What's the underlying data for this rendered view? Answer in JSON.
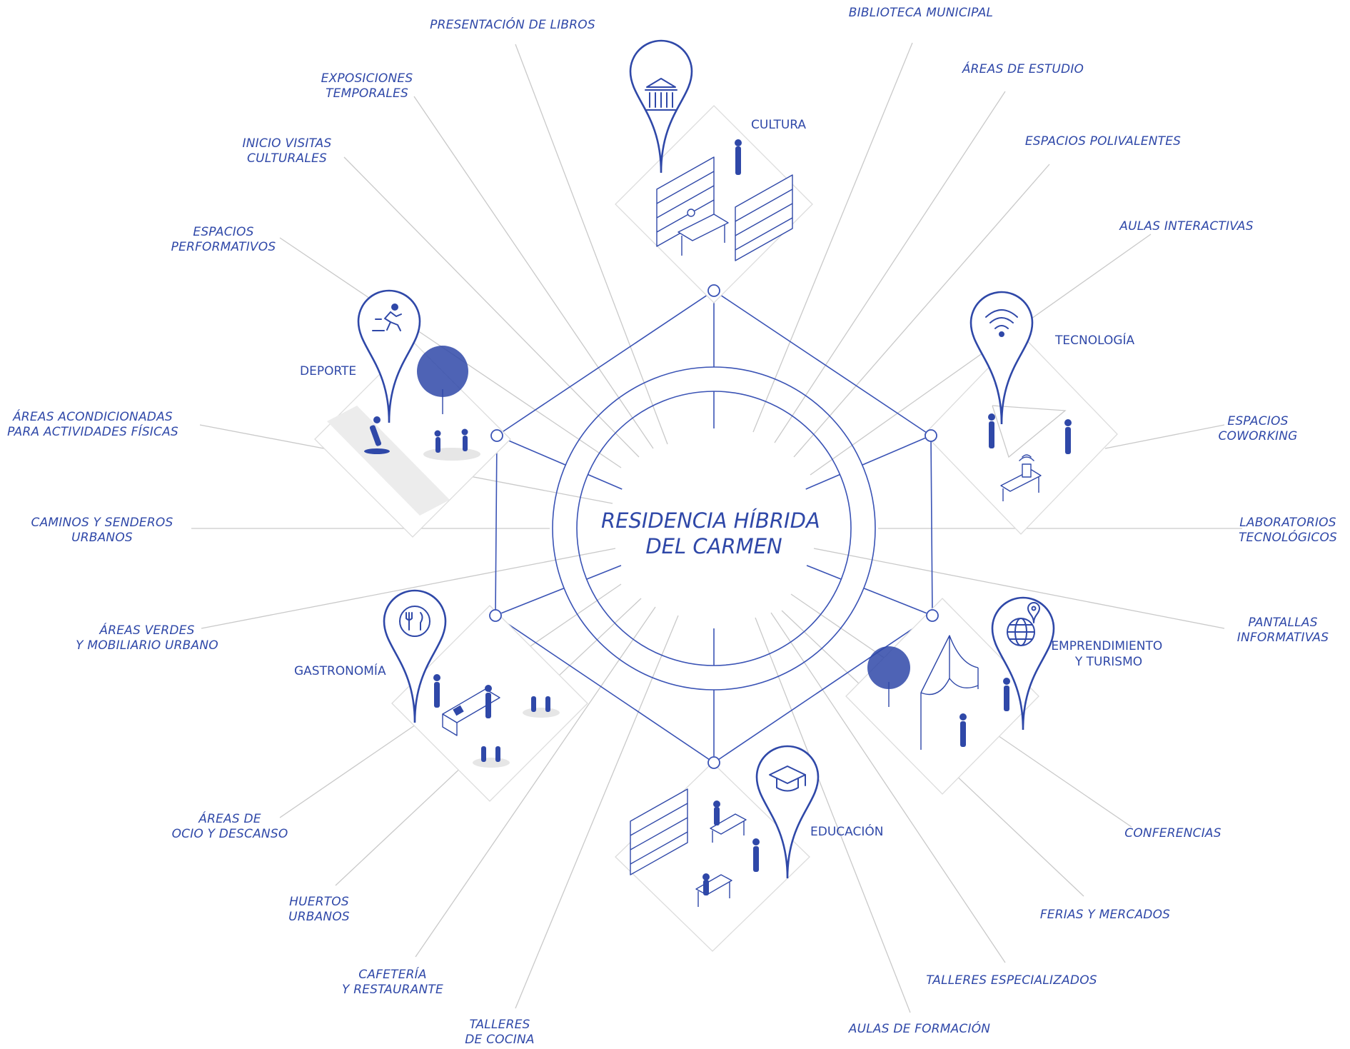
{
  "title": {
    "line1": "RESIDENCIA HÍBRIDA",
    "line2": "DEL CARMEN"
  },
  "colors": {
    "accent": "#2f48a8",
    "line_grey": "#c9c9c9",
    "diamond_grey": "#dcdcdc"
  },
  "categories": [
    {
      "id": "cultura",
      "lines": [
        "CULTURA"
      ],
      "icon": "museum-icon"
    },
    {
      "id": "tecnologia",
      "lines": [
        "TECNOLOGÍA"
      ],
      "icon": "wifi-icon"
    },
    {
      "id": "emprendimiento",
      "lines": [
        "EMPRENDIMIENTO",
        "Y TURISMO"
      ],
      "icon": "globe-location-icon"
    },
    {
      "id": "educacion",
      "lines": [
        "EDUCACIÓN"
      ],
      "icon": "graduation-cap-icon"
    },
    {
      "id": "gastronomia",
      "lines": [
        "GASTRONOMÍA"
      ],
      "icon": "plate-cutlery-icon"
    },
    {
      "id": "deporte",
      "lines": [
        "DEPORTE"
      ],
      "icon": "runner-icon"
    }
  ],
  "activities": [
    {
      "id": "presentacion-de-libros",
      "lines": [
        "PRESENTACIÓN DE LIBROS"
      ]
    },
    {
      "id": "biblioteca-municipal",
      "lines": [
        "BIBLIOTECA MUNICIPAL"
      ]
    },
    {
      "id": "areas-de-estudio",
      "lines": [
        "ÁREAS DE ESTUDIO"
      ]
    },
    {
      "id": "espacios-polivalentes",
      "lines": [
        "ESPACIOS POLIVALENTES"
      ]
    },
    {
      "id": "aulas-interactivas",
      "lines": [
        "AULAS INTERACTIVAS"
      ]
    },
    {
      "id": "espacios-coworking",
      "lines": [
        "ESPACIOS",
        "COWORKING"
      ]
    },
    {
      "id": "laboratorios-tecnologicos",
      "lines": [
        "LABORATORIOS",
        "TECNOLÓGICOS"
      ]
    },
    {
      "id": "pantallas-informativas",
      "lines": [
        "PANTALLAS",
        "INFORMATIVAS"
      ]
    },
    {
      "id": "conferencias",
      "lines": [
        "CONFERENCIAS"
      ]
    },
    {
      "id": "ferias-y-mercados",
      "lines": [
        "FERIAS Y MERCADOS"
      ]
    },
    {
      "id": "talleres-especializados",
      "lines": [
        "TALLERES ESPECIALIZADOS"
      ]
    },
    {
      "id": "aulas-de-formacion",
      "lines": [
        "AULAS DE FORMACIÓN"
      ]
    },
    {
      "id": "talleres-de-cocina",
      "lines": [
        "TALLERES",
        "DE COCINA"
      ]
    },
    {
      "id": "cafeteria-y-restaurante",
      "lines": [
        "CAFETERÍA",
        "Y RESTAURANTE"
      ]
    },
    {
      "id": "huertos-urbanos",
      "lines": [
        "HUERTOS",
        "URBANOS"
      ]
    },
    {
      "id": "areas-de-ocio",
      "lines": [
        "ÁREAS DE",
        "OCIO Y DESCANSO"
      ]
    },
    {
      "id": "areas-verdes",
      "lines": [
        "ÁREAS VERDES",
        "Y MOBILIARIO URBANO"
      ]
    },
    {
      "id": "caminos-y-senderos",
      "lines": [
        "CAMINOS Y SENDEROS",
        "URBANOS"
      ]
    },
    {
      "id": "areas-acondicionadas",
      "lines": [
        "ÁREAS ACONDICIONADAS",
        "PARA ACTIVIDADES FÍSICAS"
      ]
    },
    {
      "id": "espacios-performativos",
      "lines": [
        "ESPACIOS",
        "PERFORMATIVOS"
      ]
    },
    {
      "id": "inicio-visitas",
      "lines": [
        "INICIO VISITAS",
        "CULTURALES"
      ]
    },
    {
      "id": "exposiciones-temporales",
      "lines": [
        "EXPOSICIONES",
        "TEMPORALES"
      ]
    }
  ]
}
